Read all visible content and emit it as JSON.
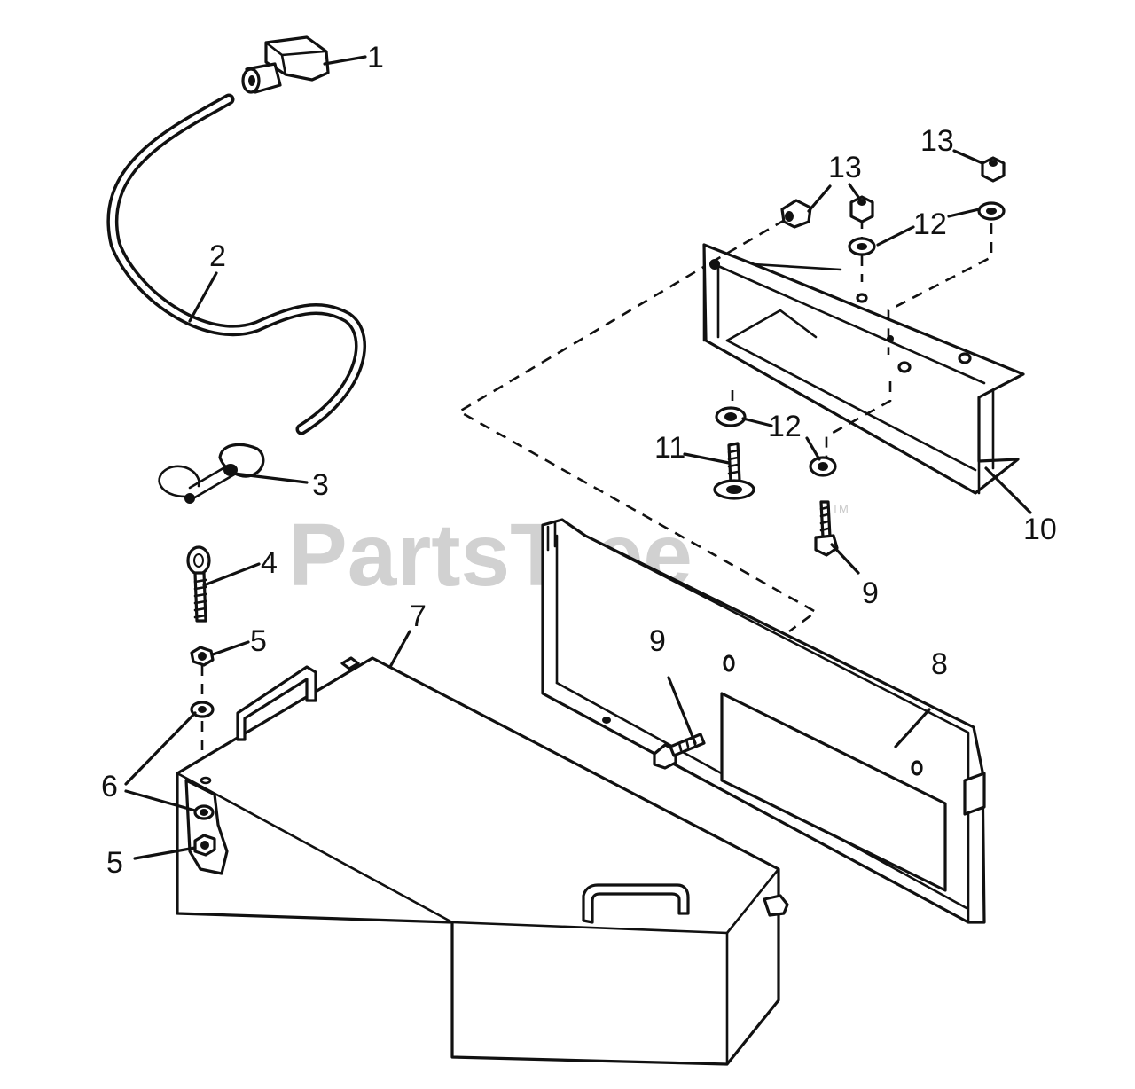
{
  "watermark": {
    "text": "PartsTree",
    "mark": "TM"
  },
  "callouts": {
    "c1": "1",
    "c2": "2",
    "c3": "3",
    "c4": "4",
    "c5a": "5",
    "c5b": "5",
    "c6": "6",
    "c7": "7",
    "c8": "8",
    "c9a": "9",
    "c9b": "9",
    "c10": "10",
    "c11": "11",
    "c12a": "12",
    "c12b": "12",
    "c13a": "13",
    "c13b": "13"
  },
  "colors": {
    "line": "#111111",
    "background": "#ffffff",
    "watermark": "#c9c9c9"
  }
}
